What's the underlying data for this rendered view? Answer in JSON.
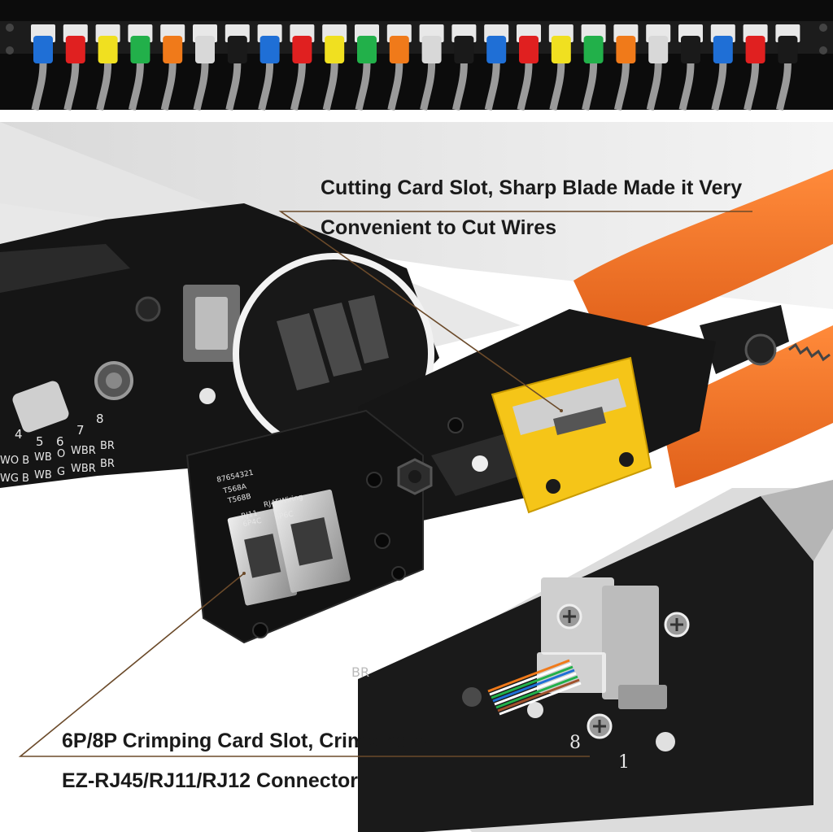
{
  "callouts": {
    "cutting_slot": {
      "line1": "Cutting Card Slot, Sharp Blade Made it Very",
      "line2": "Convenient to Cut Wires"
    },
    "crimping_slot": {
      "line1": "6P/8P Crimping Card Slot, Crimping All",
      "line2": "EZ-RJ45/RJ11/RJ12 Connector"
    }
  },
  "tool_markings": {
    "pin_numbers": [
      "4",
      "5",
      "6",
      "7",
      "8"
    ],
    "wire_codes_row1": [
      "WO B",
      "WB",
      "O",
      "WBR",
      "BR"
    ],
    "wire_codes_row2": [
      "WG B",
      "WB",
      "G",
      "WBR",
      "BR"
    ],
    "die_labels": [
      "T568A",
      "T568B",
      "RJ45Wiring",
      "RJ11",
      "6P4C",
      "6P6C",
      "87654321"
    ],
    "closeup_numbers": [
      "8",
      "1"
    ],
    "closeup_code": "BR"
  },
  "colors": {
    "handle_orange": "#f2711c",
    "blade_guard_yellow": "#f5c518",
    "tool_body": "#141414",
    "callout_leader": "#6b4a2a"
  },
  "patch_panel": {
    "connector_colors": [
      "#1f6fd6",
      "#e02020",
      "#f0e020",
      "#22b04a",
      "#f07a1a",
      "#d8d8d8",
      "#1a1a1a",
      "#1f6fd6",
      "#e02020",
      "#f0e020",
      "#22b04a",
      "#f07a1a",
      "#d8d8d8",
      "#1a1a1a",
      "#1f6fd6",
      "#e02020",
      "#f0e020",
      "#22b04a",
      "#f07a1a",
      "#d8d8d8",
      "#1a1a1a",
      "#1f6fd6",
      "#e02020",
      "#1a1a1a"
    ]
  }
}
